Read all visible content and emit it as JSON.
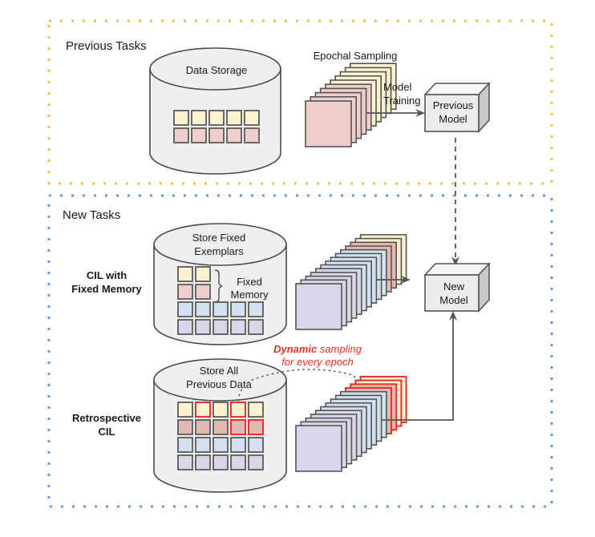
{
  "sections": {
    "previous": {
      "title": "Previous Tasks",
      "border_color": "#f0c040"
    },
    "new": {
      "title": "New Tasks",
      "border_color": "#6a96e0"
    }
  },
  "previous_tasks": {
    "storage_label": "Data Storage",
    "storage_rows": [
      [
        "yellow",
        "yellow",
        "yellow",
        "yellow",
        "yellow"
      ],
      [
        "pink",
        "pink",
        "pink",
        "pink",
        "pink"
      ]
    ],
    "sampling_label": "Epochal Sampling",
    "stack_layers": [
      "yellow",
      "yellow",
      "yellow",
      "yellow",
      "yellow",
      "pink",
      "pink",
      "pink",
      "pink",
      "pink"
    ],
    "training_label_line1": "Model",
    "training_label_line2": "Training",
    "model_label_line1": "Previous",
    "model_label_line2": "Model"
  },
  "new_tasks": {
    "fixed": {
      "row_label_line1": "CIL with",
      "row_label_line2": "Fixed Memory",
      "storage_label_line1": "Store Fixed",
      "storage_label_line2": "Exemplars",
      "memory_rows": [
        [
          "yellow",
          "yellow"
        ],
        [
          "pink",
          "pink"
        ]
      ],
      "memory_label_line1": "Fixed",
      "memory_label_line2": "Memory",
      "new_rows": [
        [
          "blue",
          "blue",
          "blue",
          "blue",
          "blue"
        ],
        [
          "purple",
          "purple",
          "purple",
          "purple",
          "purple"
        ]
      ],
      "stack_layers": [
        "yellow",
        "yellow",
        "pinkdark",
        "pinkdark",
        "blue",
        "blue",
        "blue",
        "blue",
        "blue",
        "purple",
        "purple",
        "purple",
        "purple",
        "purple"
      ]
    },
    "retro": {
      "row_label_line1": "Retrospective",
      "row_label_line2": "CIL",
      "storage_label_line1": "Store All",
      "storage_label_line2": "Previous Data",
      "rows": [
        [
          "yellow",
          "yellow",
          "yellow",
          "yellow",
          "yellow"
        ],
        [
          "pinkdark",
          "pinkdark",
          "pinkdark",
          "pinkdark",
          "pinkdark"
        ],
        [
          "blue",
          "blue",
          "blue",
          "blue",
          "blue"
        ],
        [
          "purple",
          "purple",
          "purple",
          "purple",
          "purple"
        ]
      ],
      "selected_cells": [
        [
          0,
          1
        ],
        [
          0,
          3
        ],
        [
          1,
          3
        ],
        [
          1,
          4
        ]
      ],
      "stack_layers": [
        "yellow",
        "yellow",
        "pinkdark",
        "pinkdark",
        "blue",
        "blue",
        "blue",
        "blue",
        "blue",
        "purple",
        "purple",
        "purple",
        "purple",
        "purple"
      ],
      "selected_layers": 4,
      "dynamic_label_bold": "Dynamic",
      "dynamic_label_rest": " sampling",
      "dynamic_label_line2": "for every epoch",
      "highlight_color": "#e8312a"
    },
    "model_label_line1": "New",
    "model_label_line2": "Model"
  },
  "palette": {
    "yellow": "#fdf2d0",
    "pink": "#f0cdcd",
    "pinkdark": "#e2b9b2",
    "blue": "#d2e0f0",
    "purple": "#dad5e8",
    "cell_stroke": "#5a5a5a",
    "cylinder_fill": "#efefef",
    "cylinder_stroke": "#4a4a4a",
    "arrow": "#555555"
  }
}
